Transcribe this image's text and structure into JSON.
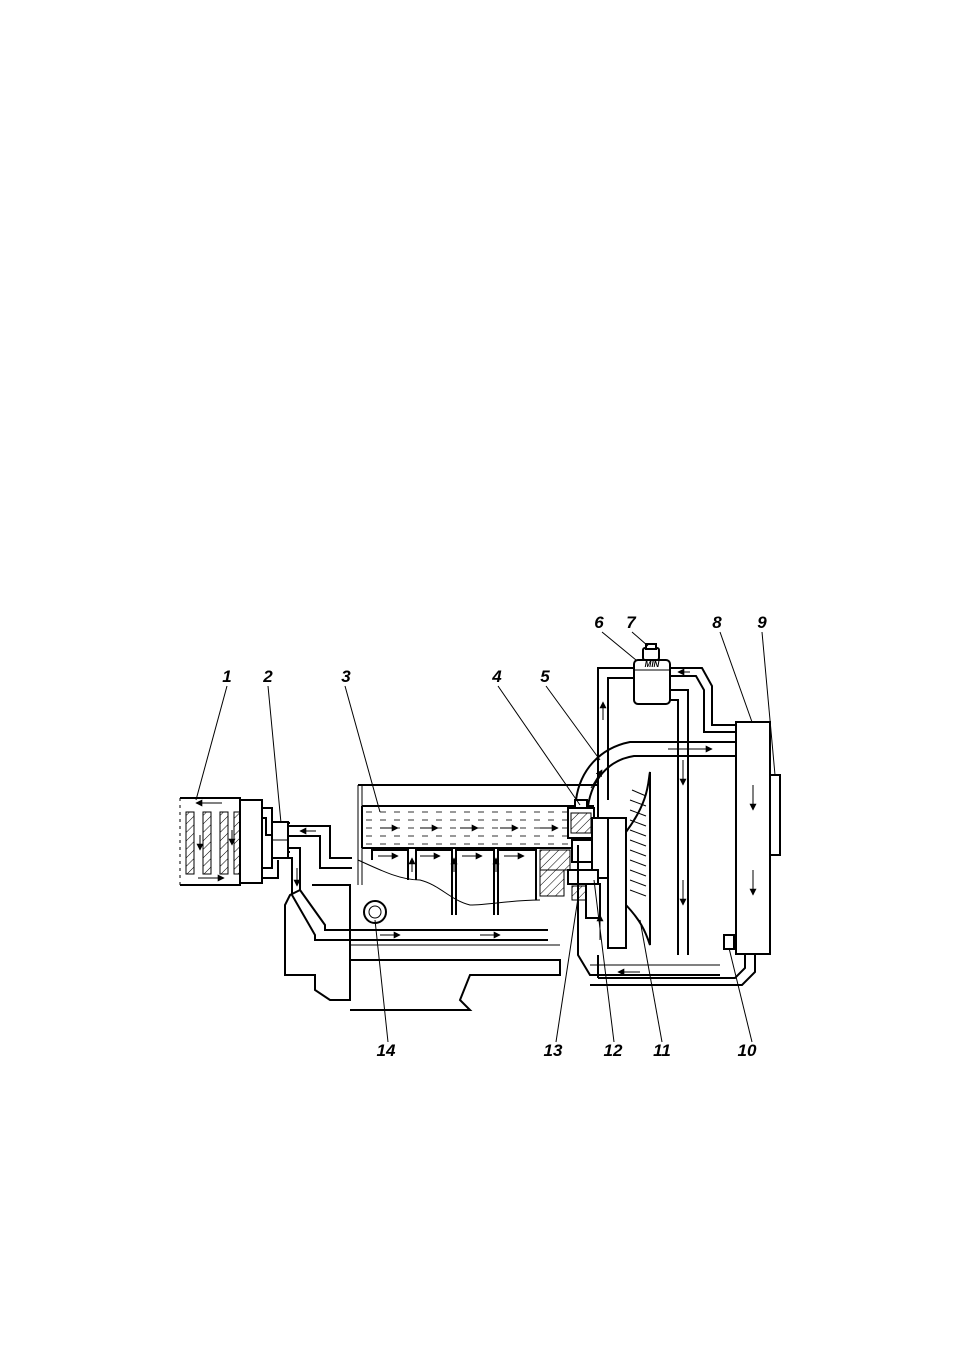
{
  "diagram": {
    "callouts": [
      {
        "id": "1",
        "text": "1"
      },
      {
        "id": "2",
        "text": "2"
      },
      {
        "id": "3",
        "text": "3"
      },
      {
        "id": "4",
        "text": "4"
      },
      {
        "id": "5",
        "text": "5"
      },
      {
        "id": "6",
        "text": "6"
      },
      {
        "id": "7",
        "text": "7"
      },
      {
        "id": "8",
        "text": "8"
      },
      {
        "id": "9",
        "text": "9"
      },
      {
        "id": "10",
        "text": "10"
      },
      {
        "id": "11",
        "text": "11"
      },
      {
        "id": "12",
        "text": "12"
      },
      {
        "id": "13",
        "text": "13"
      },
      {
        "id": "14",
        "text": "14"
      }
    ],
    "expansion_tank_marking": "MIN",
    "colors": {
      "line": "#000000",
      "background": "#ffffff",
      "coolant_hatch": "#000000"
    }
  }
}
